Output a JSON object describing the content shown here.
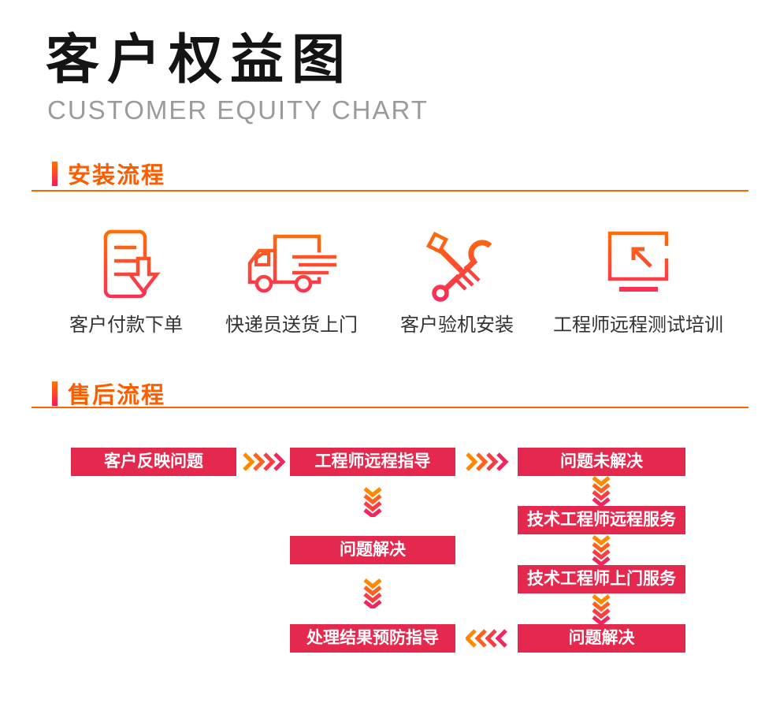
{
  "header": {
    "title": "客户权益图",
    "subtitle": "CUSTOMER EQUITY CHART"
  },
  "sections": {
    "install": {
      "heading": "安装流程",
      "steps": [
        {
          "icon": "order-document-icon",
          "label": "客户付款下单"
        },
        {
          "icon": "delivery-truck-icon",
          "label": "快递员送货上门"
        },
        {
          "icon": "repair-tools-icon",
          "label": "客户验机安装"
        },
        {
          "icon": "remote-screen-icon",
          "label": "工程师远程测试培训"
        }
      ]
    },
    "aftersale": {
      "heading": "售后流程",
      "nodes": {
        "customer_report": "客户反映问题",
        "remote_guidance": "工程师远程指导",
        "unresolved": "问题未解决",
        "resolved_mid": "问题解决",
        "prevention_guidance": "处理结果预防指导",
        "remote_service": "技术工程师远程服务",
        "onsite_service": "技术工程师上门服务",
        "resolved_final": "问题解决"
      }
    }
  },
  "colors": {
    "accent_orange": "#ff5c00",
    "rule_orange": "#ff6202",
    "flow_box_red": "#e5294e",
    "icon_gradient_top": "#ff7300",
    "icon_gradient_bottom": "#fa2860",
    "chevron_colors": [
      "#ff8a00",
      "#ff611e",
      "#f93e41",
      "#f1265f"
    ],
    "title_black": "#141414",
    "subtitle_gray": "#9b9b9b"
  }
}
